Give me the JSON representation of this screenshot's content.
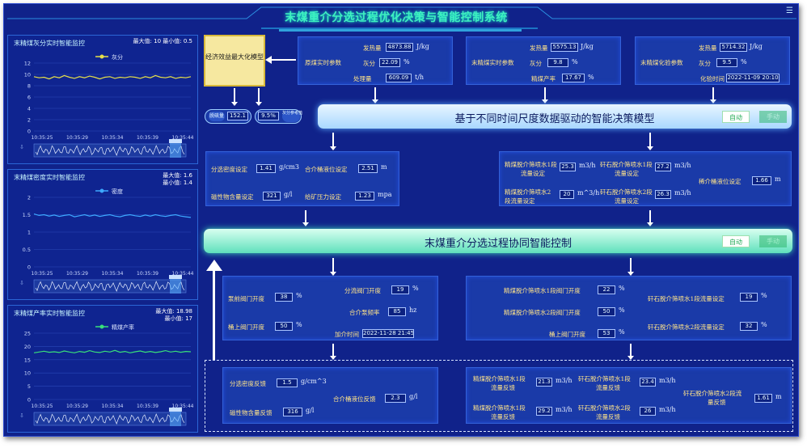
{
  "title": "末煤重介分选过程优化决策与智能控制系统",
  "menu_icon": "menu-icon",
  "panels": [
    {
      "title": "末精煤灰分实时智能监控",
      "legend": "灰分",
      "max_label": "最大值: 10",
      "min_label": "最小值: 0.5",
      "yticks": [
        "12",
        "10",
        "8",
        "6",
        "4",
        "2",
        "0"
      ],
      "xticks": [
        "10:35:25",
        "10:35:29",
        "10:35:34",
        "10:35:39",
        "10:35:44"
      ],
      "ylim": [
        0,
        12
      ],
      "values": [
        9.6,
        9.4,
        9.5,
        9.2,
        9.6,
        9.4,
        9.8,
        9.5,
        9.3,
        9.6,
        9.4,
        9.7,
        9.5,
        9.2,
        9.5,
        9.6,
        9.3,
        9.5,
        9.4,
        9.6,
        9.5,
        9.3,
        9.6,
        9.4,
        9.8,
        9.5,
        9.4,
        9.6,
        9.3,
        9.5,
        9.4,
        9.6
      ],
      "color": "#e6e04a"
    },
    {
      "title": "末精煤密度实时智能监控",
      "legend": "密度",
      "max_label": "最大值: 1.6",
      "min_label": "最小值: 1.4",
      "yticks": [
        "2",
        "1.5",
        "1",
        "0.5",
        "0"
      ],
      "xticks": [
        "10:35:25",
        "10:35:29",
        "10:35:34",
        "10:35:39",
        "10:35:44"
      ],
      "ylim": [
        0,
        2
      ],
      "values": [
        1.52,
        1.48,
        1.5,
        1.46,
        1.49,
        1.45,
        1.48,
        1.5,
        1.44,
        1.47,
        1.5,
        1.46,
        1.49,
        1.45,
        1.48,
        1.5,
        1.46,
        1.44,
        1.48,
        1.5,
        1.47,
        1.45,
        1.49,
        1.46,
        1.5,
        1.47,
        1.45,
        1.48,
        1.5,
        1.46,
        1.44,
        1.42
      ],
      "color": "#3da8ff"
    },
    {
      "title": "末精煤产率实时智能监控",
      "legend": "精煤产率",
      "max_label": "最大值: 18.98",
      "min_label": "最小值: 17",
      "yticks": [
        "25",
        "20",
        "15",
        "10",
        "5",
        "0"
      ],
      "xticks": [
        "10:35:25",
        "10:35:29",
        "10:35:34",
        "10:35:39",
        "10:35:44"
      ],
      "ylim": [
        0,
        25
      ],
      "values": [
        17.6,
        17.9,
        18.2,
        17.8,
        18.0,
        17.7,
        18.3,
        17.9,
        17.6,
        18.1,
        17.8,
        18.4,
        17.9,
        17.7,
        18.2,
        17.9,
        18.5,
        17.8,
        18.1,
        17.6,
        18.0,
        18.3,
        17.8,
        18.1,
        17.7,
        18.0,
        18.4,
        17.9,
        18.2,
        17.8,
        18.1,
        18.0
      ],
      "color": "#39e07a"
    }
  ],
  "econ_model": "经济效益最大化模型",
  "raw": {
    "label": "原煤实时参数",
    "heat_l": "发热量",
    "heat_v": "4873.88",
    "heat_u": "J/kg",
    "ash_l": "灰分",
    "ash_v": "22.09",
    "ash_u": "%",
    "proc_l": "处理量",
    "proc_v": "609.09",
    "proc_u": "t/h"
  },
  "rt": {
    "label": "末精煤实时参数",
    "heat_l": "发热量",
    "heat_v": "5575.13",
    "heat_u": "J/kg",
    "ash_l": "灰分",
    "ash_v": "9.8",
    "ash_u": "%",
    "yield_l": "精煤产率",
    "yield_v": "17.67",
    "yield_u": "%"
  },
  "lab": {
    "label": "末精煤化验参数",
    "heat_l": "发热量",
    "heat_v": "5714.32",
    "heat_u": "J/kg",
    "ash_l": "灰分",
    "ash_v": "9.5",
    "ash_u": "%",
    "time_l": "化验时间",
    "time_v": "2022-11-09 20:10"
  },
  "pills": {
    "sulfur_l": "脱硫量",
    "sulfur_v": "152.1",
    "pct_v": "9.5%",
    "adj_l": "灰分参考值"
  },
  "banner1": {
    "text": "基于不同时间尺度数据驱动的智能决策模型",
    "auto": "自动",
    "manual": "手动"
  },
  "banner2": {
    "text": "末煤重介分选过程协同智能控制",
    "auto": "自动",
    "manual": "手动"
  },
  "set_left": {
    "dens_l": "分选密度设定",
    "dens_v": "1.41",
    "dens_u": "g/cm3",
    "level_l": "合介桶液位设定",
    "level_v": "2.51",
    "level_u": "m",
    "mag_l": "磁性物含量设定",
    "mag_v": "321",
    "mag_u": "g/l",
    "press_l": "给矿压力设定",
    "press_v": "1.23",
    "press_u": "mpa"
  },
  "set_right": {
    "a_l1": "精煤脱介筛喷水1段",
    "a_l2": "流量设定",
    "a_v": "25.3",
    "a_u": "m3/h",
    "b_l1": "矸石脱介筛喷水1段",
    "b_l2": "流量设定",
    "b_v": "27.2",
    "b_u": "m3/h",
    "c_l1": "精煤脱介筛喷水2",
    "c_l2": "段流量设定",
    "c_v": "20",
    "c_u": "m^3/h",
    "d_l1": "矸石脱介筛喷水2段",
    "d_l2": "流量设定",
    "d_v": "26.3",
    "d_u": "m3/h",
    "e_l": "稀介桶液位设定",
    "e_v": "1.66",
    "e_u": "m"
  },
  "ctrl_left": {
    "pump_l": "泵前阀门开度",
    "pump_v": "38",
    "pump_u": "%",
    "split_l": "分流阀门开度",
    "split_v": "19",
    "split_u": "%",
    "freq_l": "合介泵频率",
    "freq_v": "85",
    "freq_u": "hz",
    "valve_l": "桶上阀门开度",
    "valve_v": "50",
    "valve_u": "%",
    "dose_l": "加介时间",
    "dose_v": "2022-11-28 21:45"
  },
  "ctrl_right": {
    "a_l": "精煤脱介筛喷水1段阀门开度",
    "a_v": "22",
    "a_u": "%",
    "b_l": "矸石脱介筛喷水1段流量设定",
    "b_v": "19",
    "b_u": "%",
    "c_l": "精煤脱介筛喷水2段阀门开度",
    "c_v": "50",
    "c_u": "%",
    "d_l": "矸石脱介筛喷水2段流量设定",
    "d_v": "32",
    "d_u": "%",
    "e_l": "桶上阀门开度",
    "e_v": "53",
    "e_u": "%"
  },
  "fb_left": {
    "dens_l": "分选密度反馈",
    "dens_v": "1.5",
    "dens_u": "g/cm^3",
    "level_l": "合介桶液位反馈",
    "level_v": "2.3",
    "level_u": "g/l",
    "mag_l": "磁性物含量反馈",
    "mag_v": "316",
    "mag_u": "g/l"
  },
  "fb_right": {
    "a_l1": "精煤脱介筛喷水1段",
    "a_l2": "流量反馈",
    "a_v": "21.3",
    "a_u": "m3/h",
    "b_l1": "矸石脱介筛喷水1段",
    "b_l2": "流量反馈",
    "b_v": "23.4",
    "b_u": "m3/h",
    "c_l1": "精煤脱介筛喷水1段",
    "c_l2": "流量反馈",
    "c_v": "29.2",
    "c_u": "m3/h",
    "d_l1": "矸石脱介筛喷水2段",
    "d_l2": "流量反馈",
    "d_v": "26",
    "d_u": "m3/h",
    "e_l1": "矸石脱介筛喷水2段流",
    "e_l2": "量反馈",
    "e_v": "1.61",
    "e_u": "m"
  }
}
